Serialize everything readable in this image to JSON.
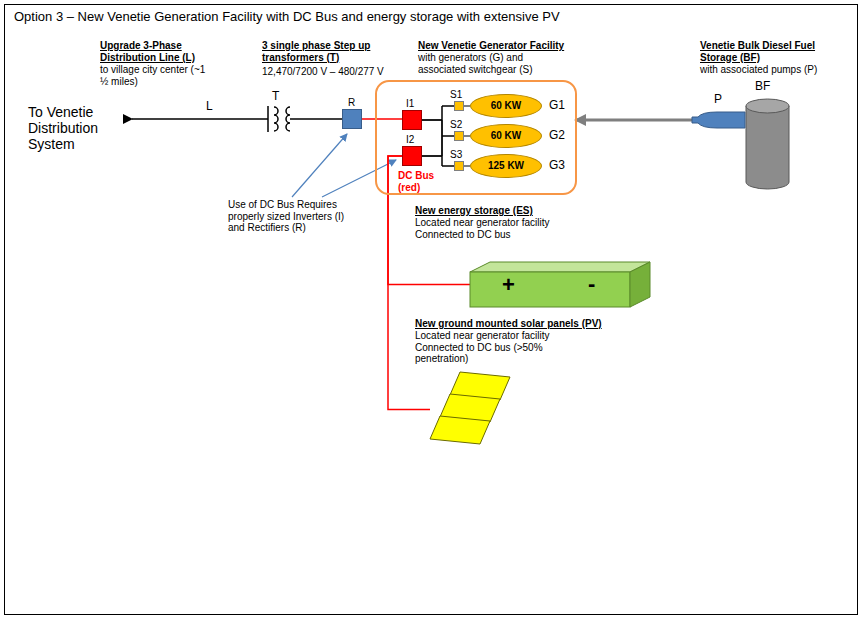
{
  "diagram": {
    "title": "Option 3 – New Venetie Generation Facility with DC Bus and energy storage with extensive PV",
    "nodes": [
      {
        "text": [
          "R"
        ]
      },
      {
        "text": [
          "New Venetie Generator Facility",
          "with generators (G) and associated switchgear (S)"
        ]
      },
      {
        "text": [
          "I1"
        ],
        "in": 1
      },
      {
        "text": [
          "I2"
        ],
        "in": 1
      },
      {
        "text": [
          "S1"
        ],
        "in": 1
      },
      {
        "text": [
          "60 KW",
          "G1"
        ],
        "in": 1
      },
      {
        "text": [
          "S2"
        ],
        "in": 1
      },
      {
        "text": [
          "60 KW",
          "G2"
        ],
        "in": 1
      },
      {
        "text": [
          "S3"
        ],
        "in": 1
      },
      {
        "text": [
          "125 KW",
          "G3"
        ],
        "in": 1
      },
      {
        "text": [
          "BF"
        ]
      },
      {
        "text": [
          "P"
        ]
      },
      {
        "text": [
          "New energy storage (ES)",
          "Located near generator facility Connected to DC bus",
          "+",
          "-"
        ]
      },
      {
        "text": [
          "New ground mounted solar panels (PV)",
          "Located near generator facility Connected to DC bus (>50% penetration)"
        ]
      }
    ],
    "edges": [
      {
        "from": 0,
        "to": 2,
        "arrow": "none"
      },
      {
        "from": 2,
        "to": 4,
        "arrow": "none"
      },
      {
        "from": 2,
        "to": 6,
        "arrow": "none"
      },
      {
        "from": 2,
        "to": 8,
        "arrow": "none"
      },
      {
        "from": 3,
        "to": 4,
        "arrow": "none"
      },
      {
        "from": 3,
        "to": 6,
        "arrow": "none"
      },
      {
        "from": 3,
        "to": 8,
        "arrow": "none"
      },
      {
        "from": 4,
        "to": 5,
        "arrow": "none"
      },
      {
        "from": 6,
        "to": 7,
        "arrow": "none"
      },
      {
        "from": 8,
        "to": 9,
        "arrow": "none"
      },
      {
        "from": 11,
        "to": 1,
        "arrow": "to"
      },
      {
        "from": 3,
        "to": 12,
        "arrow": "none"
      },
      {
        "from": 3,
        "to": 13,
        "arrow": "none"
      }
    ],
    "labels": [
      "Upgrade 3-Phase Distribution Line (L)",
      "to village city center (~1 ½ miles)",
      "3 single phase Step up transformers (T)",
      "12,470/7200 V – 480/277 V",
      "Venetie Bulk Diesel Fuel Storage (BF)",
      "with associated pumps (P)",
      "To Venetie Distribution System",
      "L",
      "T",
      "Use of DC Bus Requires properly sized Inverters (I) and Rectifiers (R)",
      "DC Bus (red)"
    ]
  }
}
